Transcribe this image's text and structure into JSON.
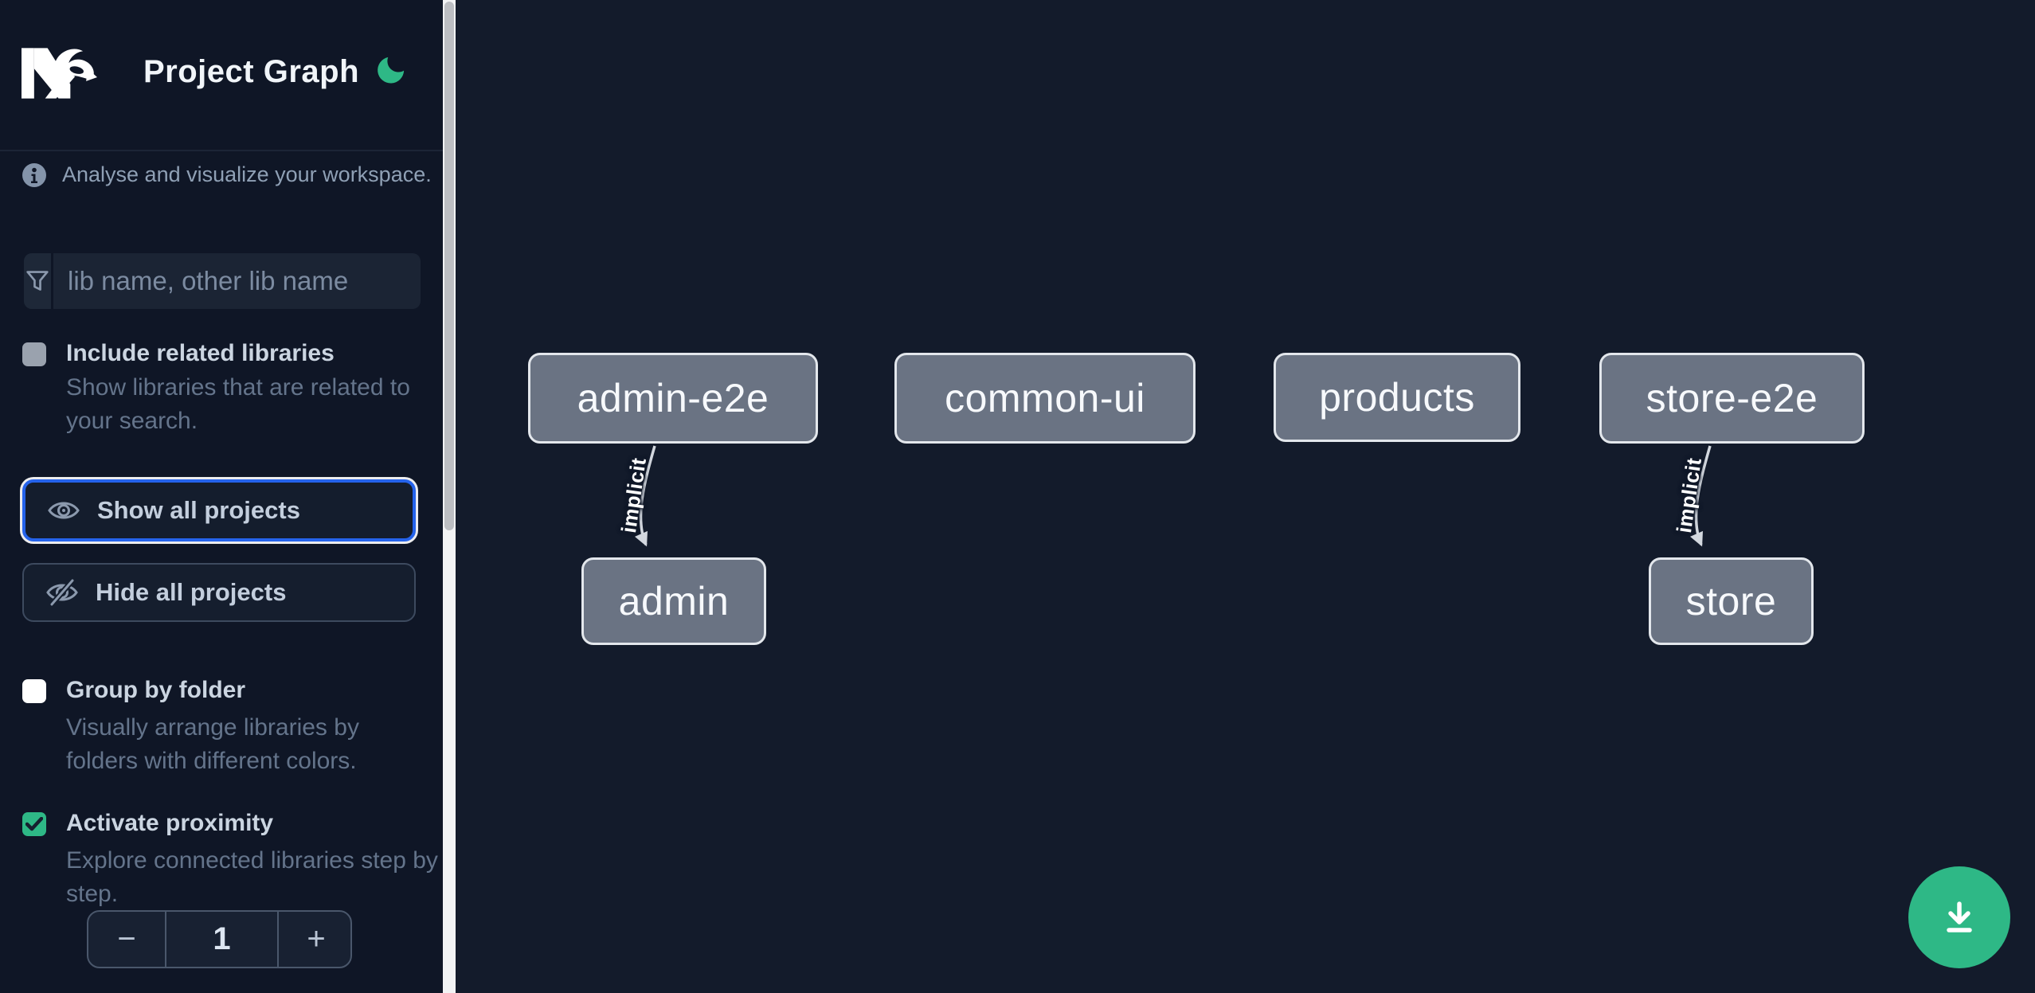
{
  "header": {
    "app_title": "Project Graph"
  },
  "sidebar": {
    "tagline": "Analyse and visualize your workspace.",
    "search_placeholder": "lib name, other lib name",
    "include_related": {
      "label": "Include related libraries",
      "description": "Show libraries that are related to your search.",
      "checked": false
    },
    "show_all_label": "Show all projects",
    "hide_all_label": "Hide all projects",
    "group_by_folder": {
      "label": "Group by folder",
      "description": "Visually arrange libraries by folders with different colors.",
      "checked": false
    },
    "activate_proximity": {
      "label": "Activate proximity",
      "description": "Explore connected libraries step by step.",
      "checked": true
    },
    "stepper": {
      "decrement": "−",
      "value": "1",
      "increment": "+"
    }
  },
  "graph": {
    "nodes": [
      {
        "label": "admin-e2e"
      },
      {
        "label": "common-ui"
      },
      {
        "label": "products"
      },
      {
        "label": "store-e2e"
      },
      {
        "label": "admin"
      },
      {
        "label": "store"
      }
    ],
    "edges": [
      {
        "from": "admin-e2e",
        "to": "admin",
        "label": "implicit"
      },
      {
        "from": "store-e2e",
        "to": "store",
        "label": "implicit"
      }
    ]
  },
  "fab": {
    "action": "download"
  },
  "colors": {
    "accent_green": "#2eb886",
    "focus_blue": "#2563eb",
    "node_fill": "#6a7383"
  }
}
